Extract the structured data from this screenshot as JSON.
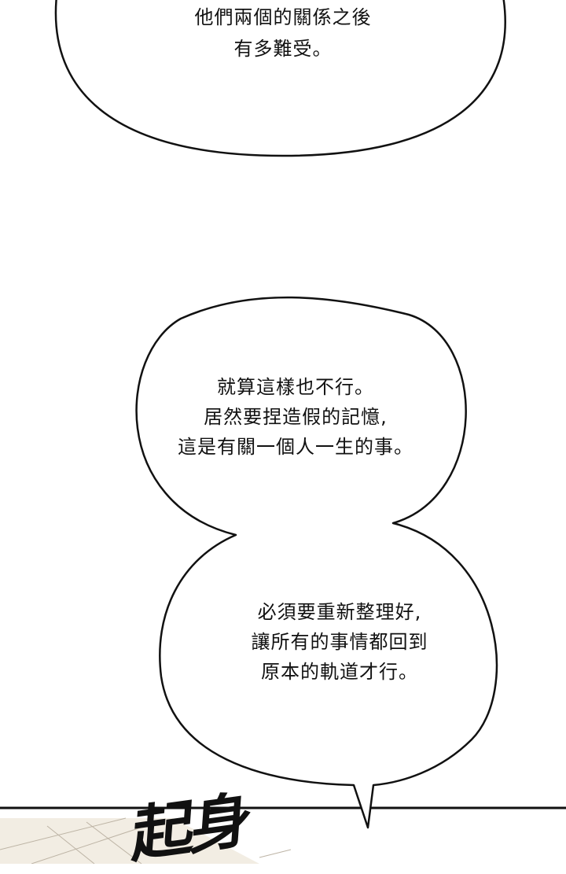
{
  "bubble_top": {
    "lines": [
      "他們兩個的關係之後",
      "有多難受。"
    ]
  },
  "bubble_mid": {
    "lines": [
      "就算這樣也不行。",
      "居然要捏造假的記憶,",
      "這是有關一個人一生的事。"
    ]
  },
  "bubble_low": {
    "lines": [
      "必須要重新整理好,",
      "讓所有的事情都回到",
      "原本的軌道才行。"
    ]
  },
  "sound_effect": "起身"
}
